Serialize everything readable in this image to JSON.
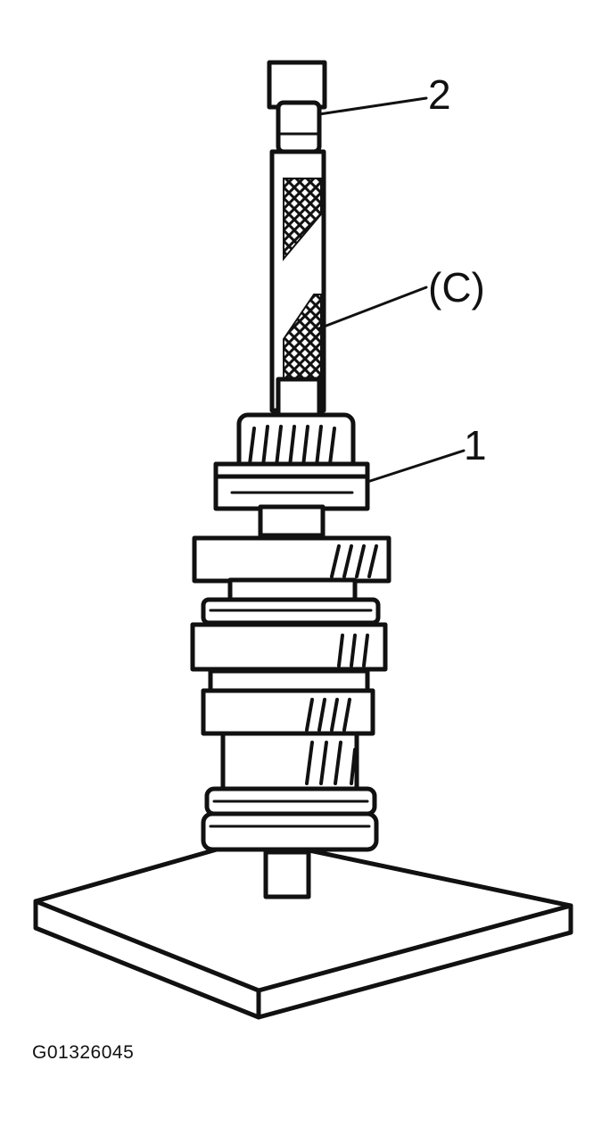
{
  "figure": {
    "figure_code": "G01326045",
    "callouts": {
      "press_tool": "2",
      "special_tool": "(C)",
      "bearing": "1"
    }
  }
}
